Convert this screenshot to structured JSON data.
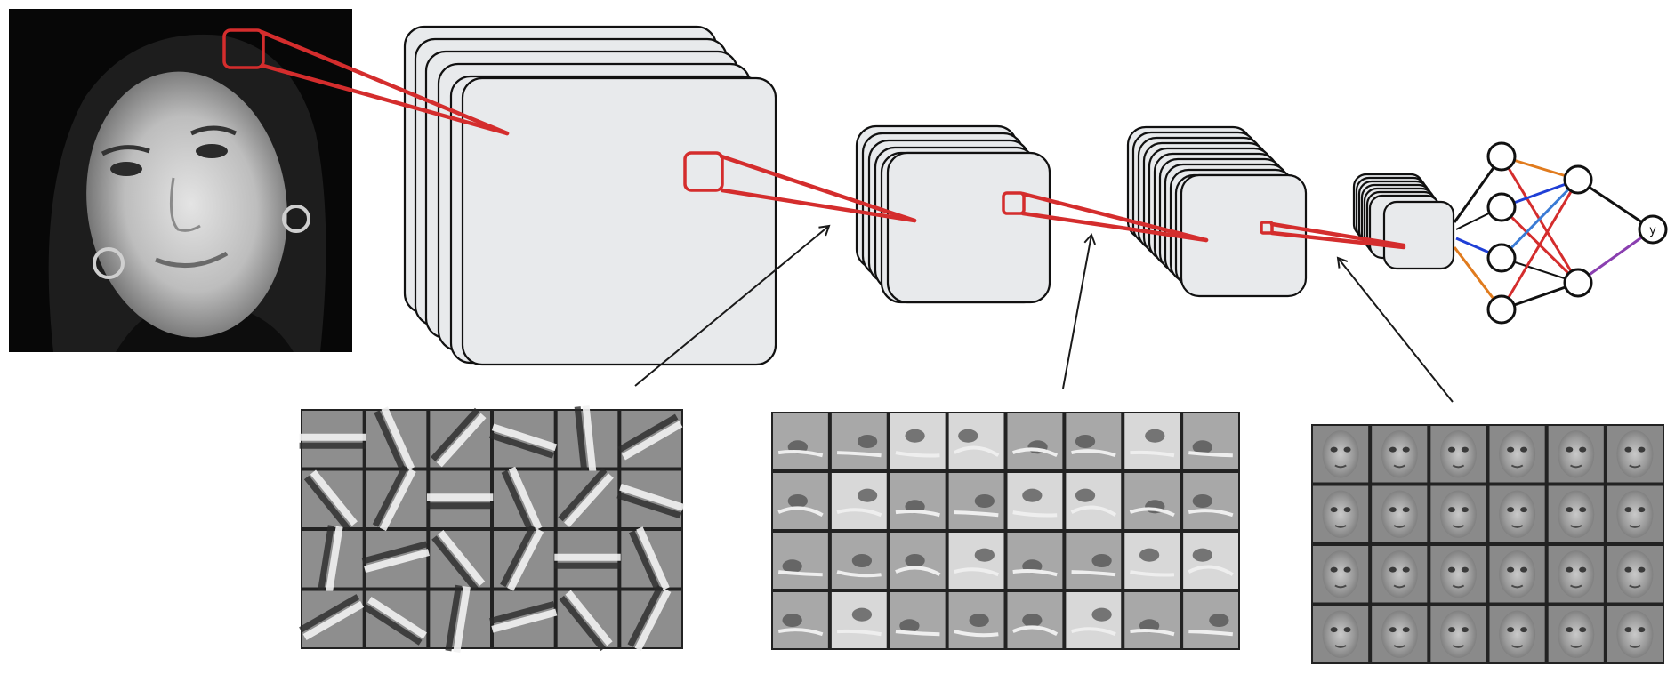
{
  "network": {
    "output_node_label": "y",
    "connection_colors": [
      "#111111",
      "#e07b1e",
      "#1f3fd6",
      "#d42d2d",
      "#8a3fb0"
    ]
  },
  "input_image": {
    "content": "grayscale-portrait-photo"
  },
  "stages": [
    {
      "name": "conv-layer-1"
    },
    {
      "name": "conv-layer-2"
    },
    {
      "name": "conv-layer-3"
    },
    {
      "name": "conv-layer-4"
    }
  ],
  "feature_panels": [
    {
      "name": "low-level-features",
      "content": "edge-filters",
      "rows": 4,
      "cols": 6
    },
    {
      "name": "mid-level-features",
      "content": "face-parts",
      "rows": 4,
      "cols": 8
    },
    {
      "name": "high-level-features",
      "content": "whole-faces",
      "rows": 4,
      "cols": 6
    }
  ]
}
